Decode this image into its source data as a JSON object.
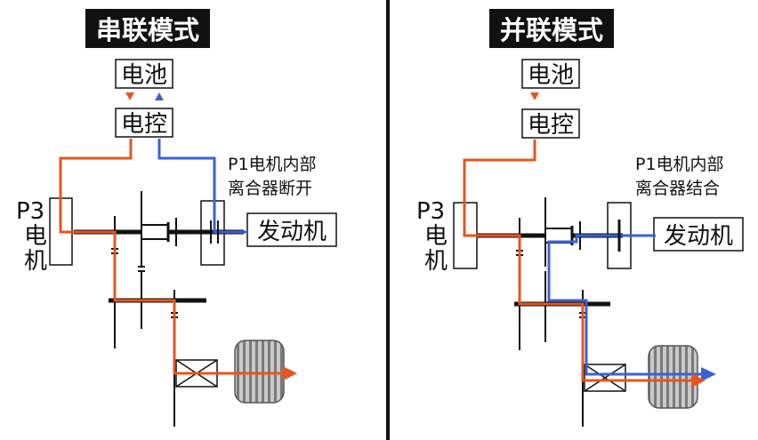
{
  "colors": {
    "electric": "#e8541f",
    "engine": "#3a62d6",
    "structure": "#111111",
    "title_bg": "#111111",
    "wheel": "#8a8a8a"
  },
  "series_panel": {
    "title": "串联模式",
    "battery": "电池",
    "controller": "电控",
    "p3_motor_code": "P3",
    "p3_motor_char1": "电",
    "p3_motor_char2": "机",
    "clutch_note_line1": "P1电机内部",
    "clutch_note_line2": "离合器断开",
    "engine": "发动机"
  },
  "parallel_panel": {
    "title": "并联模式",
    "battery": "电池",
    "controller": "电控",
    "p3_motor_code": "P3",
    "p3_motor_char1": "电",
    "p3_motor_char2": "机",
    "clutch_note_line1": "P1电机内部",
    "clutch_note_line2": "离合器结合",
    "engine": "发动机"
  }
}
